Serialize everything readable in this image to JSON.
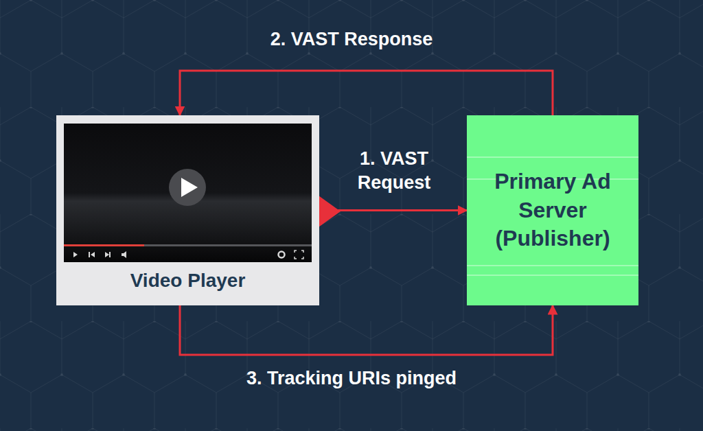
{
  "diagram": {
    "nodes": [
      {
        "text": [
          "Video Player"
        ]
      },
      {
        "text": [
          "Primary Ad Server (Publisher)"
        ]
      }
    ],
    "edges": [
      {
        "from": 0,
        "to": 1,
        "arrow": "to",
        "label": "1. VAST Request"
      },
      {
        "from": 1,
        "to": 0,
        "arrow": "to",
        "label": "2. VAST Response"
      },
      {
        "from": 0,
        "to": 1,
        "arrow": "to",
        "label": "3. Tracking URIs pinged"
      }
    ]
  }
}
